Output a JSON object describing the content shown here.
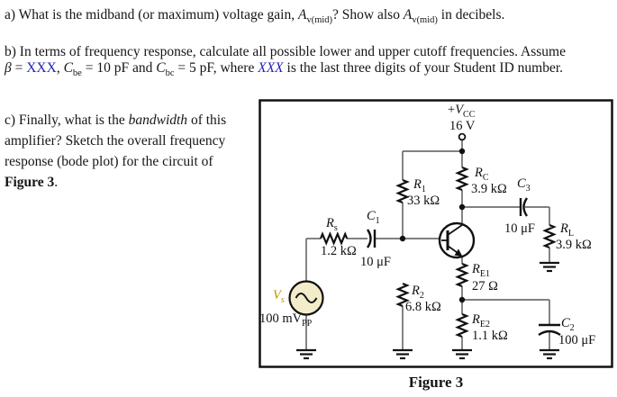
{
  "questions": {
    "a": {
      "t1": "a) What is the midband (or maximum) voltage gain, ",
      "av1": "A",
      "av1sub": "v(mid)",
      "t2": "? Show also ",
      "av2": "A",
      "av2sub": "v(mid)",
      "t3": " in decibels."
    },
    "b": {
      "line1": "b) In terms of frequency response, calculate all possible lower and upper cutoff frequencies. Assume",
      "beta": "β",
      "eq": " = ",
      "xxx1": "XXX",
      "t2": ", ",
      "cbe": "C",
      "cbe_sub": "be",
      "t3": " = 10 pF and ",
      "cbc": "C",
      "cbc_sub": "bc",
      "t4": " = 5 pF, where ",
      "xxx2": "XXX",
      "t5": " is the last three digits of your Student ID number."
    },
    "c": {
      "l1a": "c) Finally, what is the ",
      "l1b": "bandwidth",
      "l1c": " of this",
      "l2": "amplifier? Sketch the overall frequency",
      "l3": "response (bode plot) for the circuit of",
      "l4a": "Figure 3",
      "l4b": "."
    }
  },
  "figure": {
    "caption": "Figure 3",
    "supply": {
      "label_prefix": "+",
      "label_main": "V",
      "label_sub": "CC",
      "value": "16 V"
    },
    "components": {
      "r1": {
        "name": "R",
        "sub": "1",
        "value": "33 kΩ"
      },
      "rc": {
        "name": "R",
        "sub": "C",
        "value": "3.9 kΩ"
      },
      "c3": {
        "name": "C",
        "sub": "3",
        "value": "10 μF"
      },
      "rl": {
        "name": "R",
        "sub": "L",
        "value": "3.9 kΩ"
      },
      "rs": {
        "name": "R",
        "sub": "s",
        "value": "1.2 kΩ"
      },
      "c1": {
        "name": "C",
        "sub": "1",
        "value": "10 μF"
      },
      "r2": {
        "name": "R",
        "sub": "2",
        "value": "6.8 kΩ"
      },
      "re1": {
        "name": "R",
        "sub": "E1",
        "value": "27 Ω"
      },
      "re2": {
        "name": "R",
        "sub": "E2",
        "value": "1.1 kΩ"
      },
      "c2": {
        "name": "C",
        "sub": "2",
        "value": "100 μF"
      },
      "vs": {
        "name": "V",
        "sub": "s",
        "value_main": "100 mV",
        "value_sub": "PP"
      }
    },
    "colors": {
      "accent_blue": "#2222bb",
      "source_gold": "#bf8f00",
      "source_fill": "#f3ecca"
    }
  }
}
